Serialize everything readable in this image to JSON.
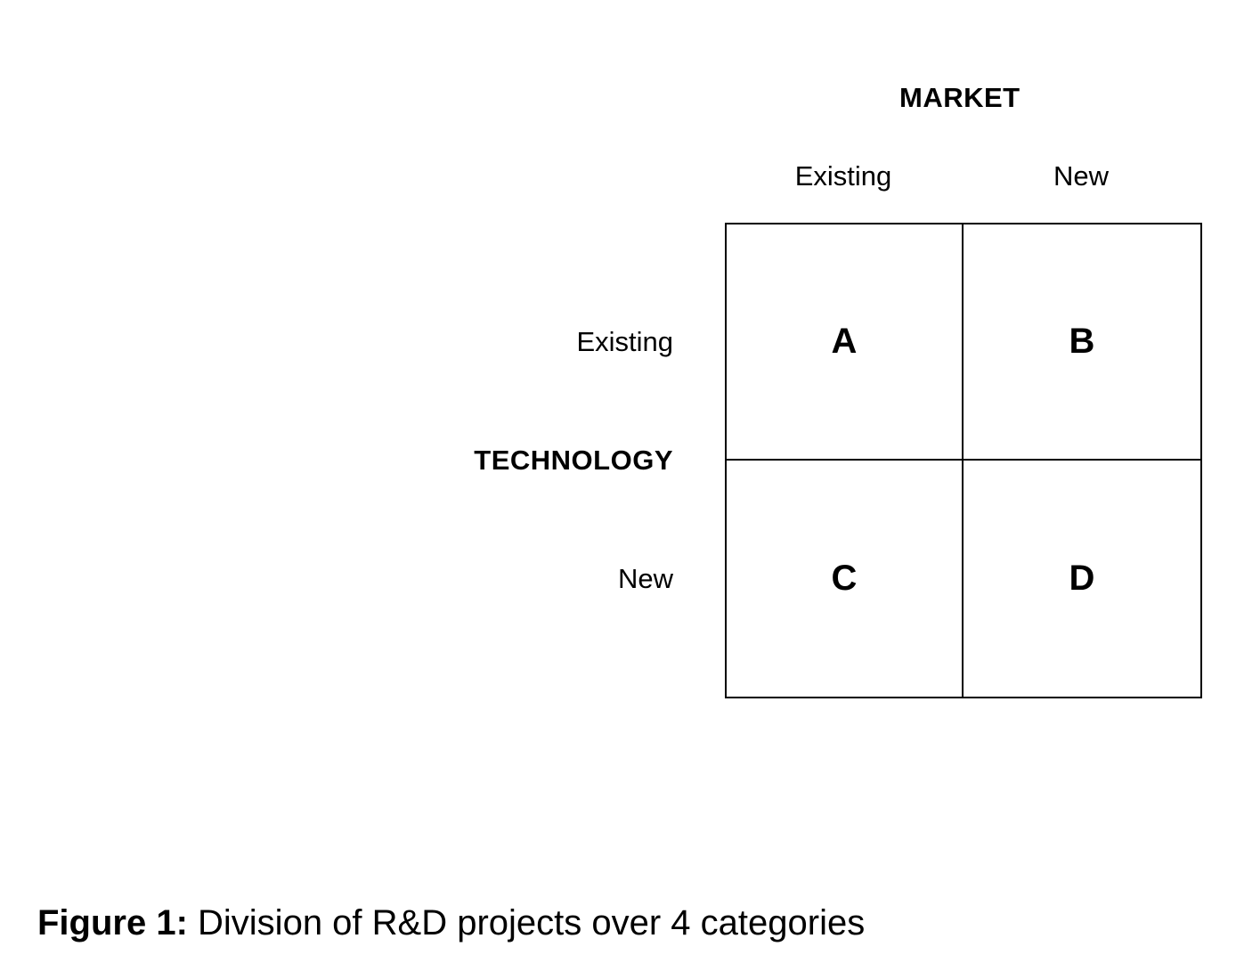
{
  "diagram": {
    "column_axis_title": "MARKET",
    "column_labels": [
      "Existing",
      "New"
    ],
    "row_axis_title": "TECHNOLOGY",
    "row_labels": [
      "Existing",
      "New"
    ],
    "cells": [
      "A",
      "B",
      "C",
      "D"
    ]
  },
  "caption": {
    "label": "Figure 1:",
    "text": " Division of R&D projects over 4 categories"
  }
}
